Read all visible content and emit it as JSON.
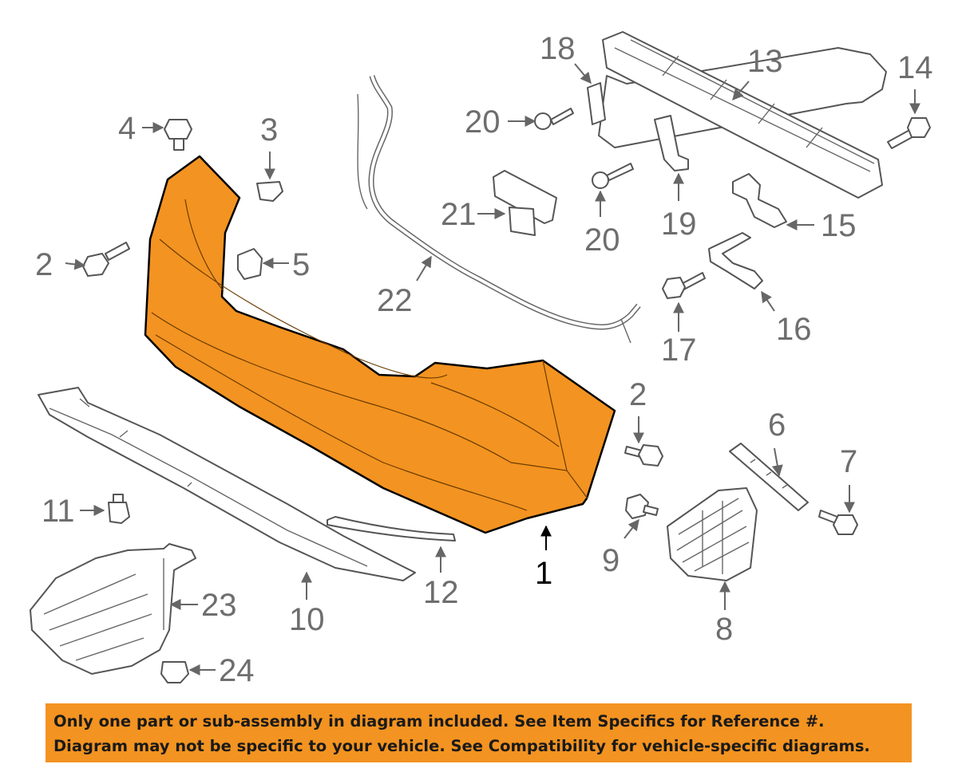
{
  "diagram": {
    "highlight_color": "#f39321",
    "callouts": {
      "c1": "1",
      "c2a": "2",
      "c2b": "2",
      "c3": "3",
      "c4": "4",
      "c5": "5",
      "c6": "6",
      "c7": "7",
      "c8": "8",
      "c9": "9",
      "c10": "10",
      "c11": "11",
      "c12": "12",
      "c13": "13",
      "c14": "14",
      "c15": "15",
      "c16": "16",
      "c17": "17",
      "c18": "18",
      "c19": "19",
      "c20a": "20",
      "c20b": "20",
      "c21": "21",
      "c22": "22",
      "c23": "23",
      "c24": "24"
    }
  },
  "disclaimer": {
    "line1": "Only one part or sub-assembly in diagram included. See Item Specifics for Reference #.",
    "line2": "Diagram may not be specific to your vehicle. See Compatibility for vehicle-specific diagrams."
  }
}
